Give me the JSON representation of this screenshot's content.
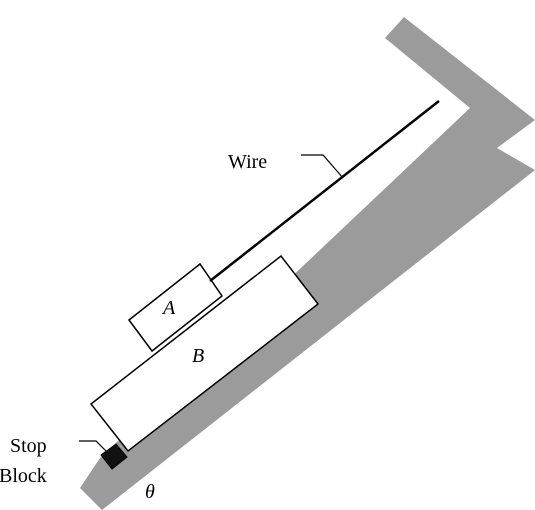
{
  "diagram": {
    "labels": {
      "wire": "Wire",
      "block_a": "A",
      "block_b": "B",
      "stop_line1": "Stop",
      "stop_line2": "Block",
      "angle": "θ"
    },
    "colors": {
      "incline": "#9b9b9b",
      "outline": "#000000",
      "stop_block": "#111111",
      "background": "#ffffff"
    }
  }
}
